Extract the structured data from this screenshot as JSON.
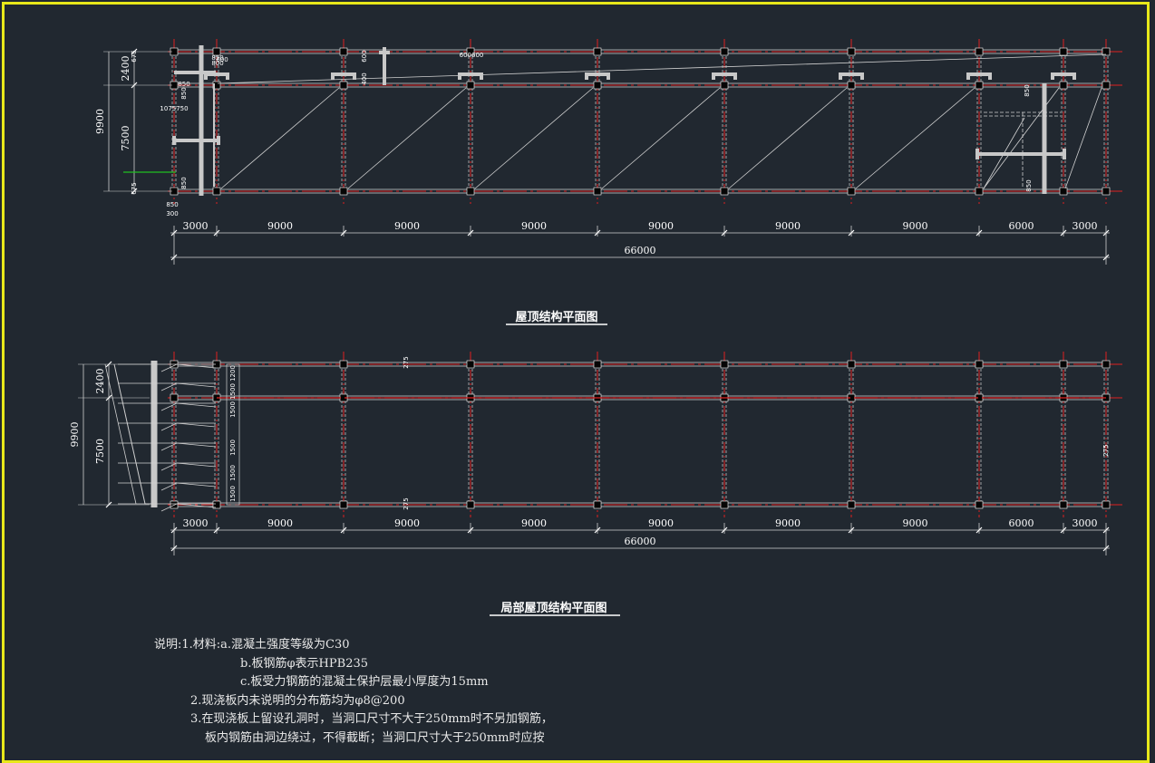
{
  "plan_top": {
    "title": "屋顶结构平面图",
    "span_labels": [
      "3000",
      "9000",
      "9000",
      "9000",
      "9000",
      "9000",
      "9000",
      "6000",
      "3000"
    ],
    "total": "66000",
    "left_dims": {
      "overall": "9900",
      "upper": "2400",
      "lower": "7500"
    },
    "small_labels": [
      "675",
      "850",
      "1075750",
      "850",
      "675",
      "850",
      "600",
      "600",
      "400",
      "300",
      "600600",
      "850",
      "850",
      "850",
      "850",
      "800"
    ]
  },
  "plan_bottom": {
    "title": "局部屋顶结构平面图",
    "span_labels": [
      "3000",
      "9000",
      "9000",
      "9000",
      "9000",
      "9000",
      "9000",
      "6000",
      "3000"
    ],
    "total": "66000",
    "left_dims": {
      "overall": "9900",
      "upper": "2400",
      "lower": "7500"
    },
    "small_labels": [
      "1200",
      "1500",
      "1500",
      "1500",
      "1500",
      "1500",
      "275",
      "275",
      "275"
    ]
  },
  "notes": {
    "line1": "说明:1.材料:a.混凝土强度等级为C30",
    "line2": "b.板钢筋φ表示HPB235",
    "line3": "c.板受力钢筋的混凝土保护层最小厚度为15mm",
    "line4": "2.现浇板内未说明的分布筋均为φ8@200",
    "line5": "3.在现浇板上留设孔洞时，当洞口尺寸不大于250mm时不另加钢筋，",
    "line6": "板内钢筋由洞边绕过，不得截断；当洞口尺寸大于250mm时应按"
  },
  "colors": {
    "background": "#212830",
    "frame": "#e8e81a",
    "axis": "#e02020",
    "line": "#d0d0d0",
    "rebar": "#c8c8c8"
  }
}
